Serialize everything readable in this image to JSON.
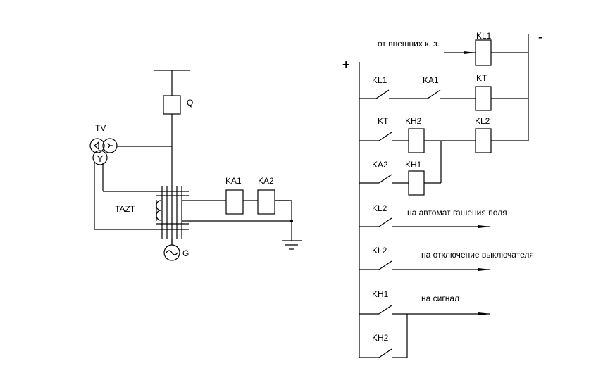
{
  "left": {
    "breaker": "Q",
    "voltage_transformer": "TV",
    "current_transformer": "TAZT",
    "generator": "G",
    "relay_1": "KA1",
    "relay_2": "KA2"
  },
  "right": {
    "plus": "+",
    "minus": "-",
    "external_sc_label": "от внешних к. з.",
    "row1": {
      "contact_1": "KL1",
      "contact_2": "KA1",
      "coil": "KT"
    },
    "row2": {
      "contact_1": "KT",
      "coil_1": "KH2",
      "coil_2": "KL2"
    },
    "row3": {
      "contact_1": "KA2",
      "coil_1": "KH1"
    },
    "row4": {
      "contact": "KL2",
      "target": "на автомат гашения поля"
    },
    "row5": {
      "contact": "KL2",
      "target": "на отключение выключателя"
    },
    "row6": {
      "contact": "KH1",
      "target": "на сигнал"
    },
    "row7": {
      "contact": "KH2"
    },
    "top_coil": "KL1"
  },
  "icons": {
    "tv_left_winding": "delta-winding-icon",
    "tv_right_winding": "wye-winding-icon",
    "tv_bottom_winding": "wye-winding-icon",
    "generator_symbol": "sine-wave-icon",
    "ground": "ground-icon",
    "arrow": "arrow-right-icon"
  }
}
